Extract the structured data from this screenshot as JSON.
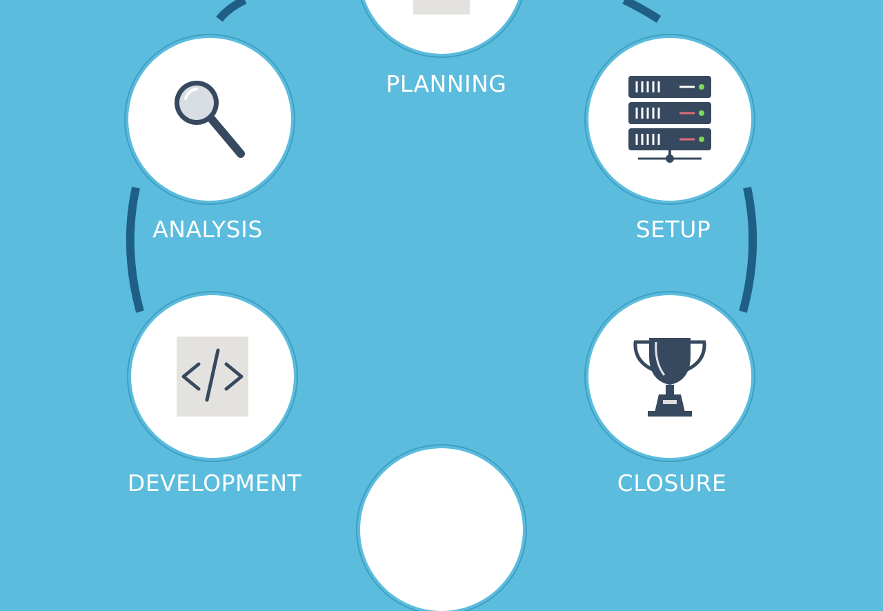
{
  "diagram": {
    "stages": [
      {
        "id": "planning",
        "label": "PLANNING",
        "icon": "document-icon"
      },
      {
        "id": "setup",
        "label": "SETUP",
        "icon": "server-icon"
      },
      {
        "id": "closure",
        "label": "CLOSURE",
        "icon": "trophy-icon"
      },
      {
        "id": "bottom",
        "label": "",
        "icon": ""
      },
      {
        "id": "development",
        "label": "DEVELOPMENT",
        "icon": "code-icon"
      },
      {
        "id": "analysis",
        "label": "ANALYSIS",
        "icon": "magnifier-icon"
      }
    ],
    "colors": {
      "background": "#5bbcdd",
      "ring": "#1f5f86",
      "node_fill": "#ffffff",
      "icon_dark": "#37495e",
      "label": "#ffffff"
    }
  }
}
